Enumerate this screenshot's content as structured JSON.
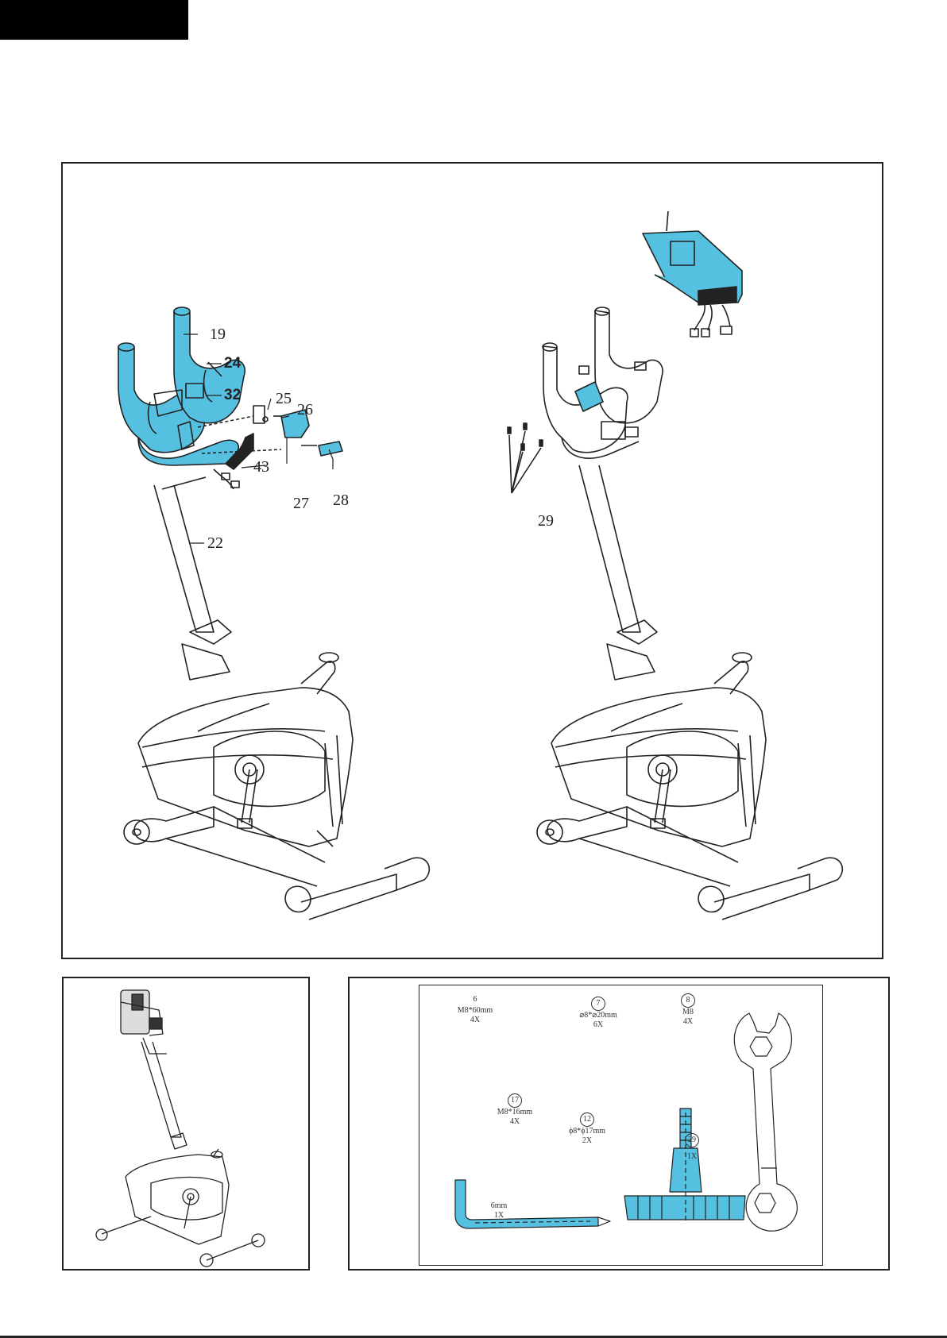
{
  "colors": {
    "highlight": "#56c0e0",
    "line": "#222222",
    "header": "#000000"
  },
  "main_diagram": {
    "labels": {
      "part_19": "19",
      "part_24": "24",
      "part_32": "32",
      "part_25": "25",
      "part_26": "26",
      "part_43": "43",
      "part_27": "27",
      "part_28": "28",
      "part_22": "22",
      "part_29": "29"
    }
  },
  "hardware": {
    "items": [
      {
        "num": "6",
        "spec": "M8*60mm",
        "qty": "4X"
      },
      {
        "num": "7",
        "spec": "⌀8*⌀20mm",
        "qty": "6X"
      },
      {
        "num": "8",
        "spec": "M8",
        "qty": "4X"
      },
      {
        "num": "17",
        "spec": "M8*16mm",
        "qty": "4X"
      },
      {
        "num": "12",
        "spec": "ϕ8*ϕ17mm",
        "qty": "2X"
      },
      {
        "num": "29",
        "spec": "",
        "qty": "1X"
      },
      {
        "num": "",
        "spec": "6mm",
        "qty": "1X"
      }
    ]
  }
}
